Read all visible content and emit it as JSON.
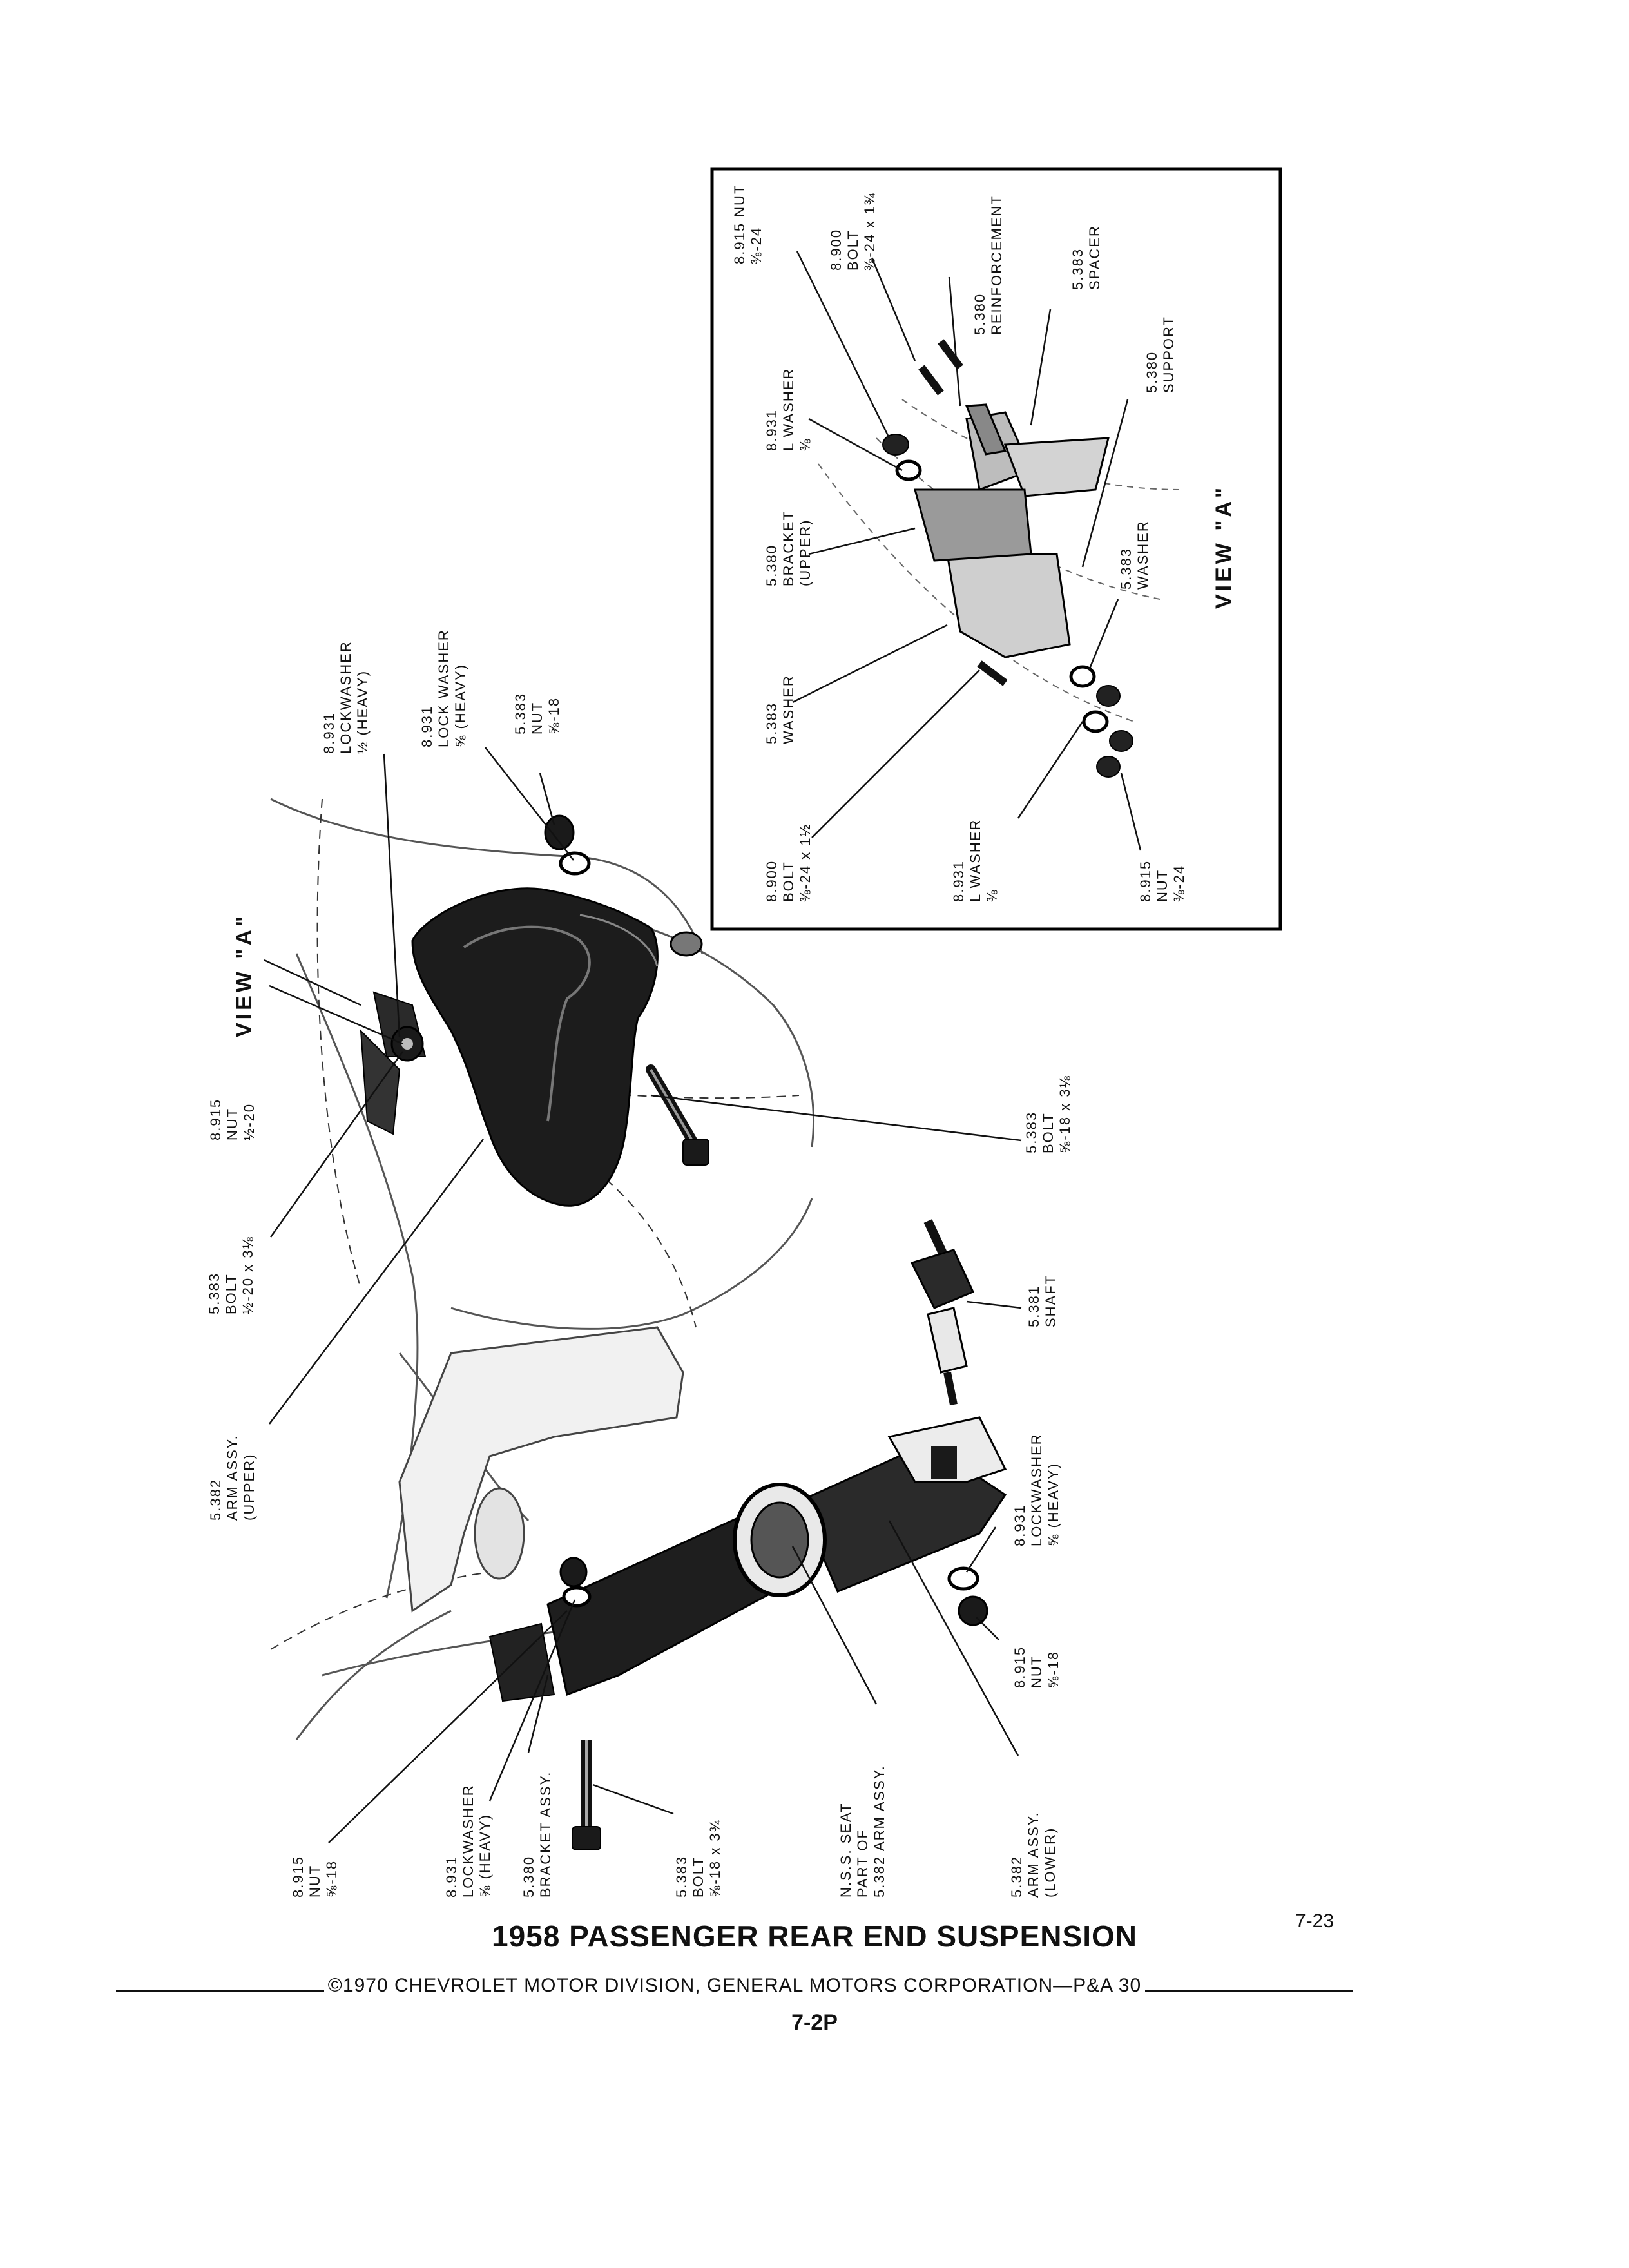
{
  "title": "1958 PASSENGER REAR END SUSPENSION",
  "copyright": "©1970 CHEVROLET MOTOR DIVISION, GENERAL MOTORS CORPORATION—P&A 30",
  "page_code": "7-2P",
  "page_number": "7-23",
  "views": {
    "main_view_label": "VIEW \"A\"",
    "inset_view_label": "VIEW \"A\""
  },
  "callouts": {
    "arm_upper": [
      "5.382",
      "ARM ASSY.",
      "(UPPER)"
    ],
    "bolt_half": [
      "5.383",
      "BOLT",
      "½-20 x 3⅛"
    ],
    "nut_half": [
      "8.915",
      "NUT",
      "½-20"
    ],
    "lockwasher_half": [
      "8.931",
      "LOCKWASHER",
      "½ (HEAVY)"
    ],
    "lockwasher_58_top": [
      "8.931",
      "LOCK WASHER",
      "⅝ (HEAVY)"
    ],
    "nut_58_top": [
      "5.383",
      "NUT",
      "⅝-18"
    ],
    "bolt_long": [
      "5.383",
      "BOLT",
      "⅝-18 x 3⅛"
    ],
    "shaft": [
      "5.381",
      "SHAFT"
    ],
    "lockwasher_58_right": [
      "8.931",
      "LOCKWASHER",
      "⅝ (HEAVY)"
    ],
    "nut_58_right": [
      "8.915",
      "NUT",
      "⅝-18"
    ],
    "nut_58_bottom": [
      "8.915",
      "NUT",
      "⅝-18"
    ],
    "lockwasher_58_bottom": [
      "8.931",
      "LOCKWASHER",
      "⅝ (HEAVY)"
    ],
    "bracket_assy": [
      "5.380",
      "BRACKET ASSY."
    ],
    "bolt_bottom": [
      "5.383",
      "BOLT",
      "⅝-18 x 3¾"
    ],
    "seat": [
      "N.S.S. SEAT",
      "PART OF",
      "5.382  ARM ASSY."
    ],
    "arm_lower": [
      "5.382",
      "ARM ASSY.",
      "(LOWER)"
    ]
  },
  "inset_callouts": {
    "nut_top": [
      "8.915 NUT",
      "⅜-24"
    ],
    "bolt_top": [
      "8.900",
      "BOLT",
      "⅜-24 x 1¾"
    ],
    "reinforcement": [
      "5.380",
      "REINFORCEMENT"
    ],
    "spacer": [
      "5.383",
      "SPACER"
    ],
    "l_washer_top": [
      "8.931",
      "L WASHER",
      "⅜"
    ],
    "support": [
      "5.380",
      "SUPPORT"
    ],
    "bracket_upper": [
      "5.380",
      "BRACKET",
      "(UPPER)"
    ],
    "washer_right": [
      "5.383",
      "WASHER"
    ],
    "washer_left": [
      "5.383",
      "WASHER"
    ],
    "bolt_bottom": [
      "8.900",
      "BOLT",
      "⅜-24 x 1½"
    ],
    "l_washer_bottom": [
      "8.931",
      "L WASHER",
      "⅜"
    ],
    "nut_bottom": [
      "8.915",
      "NUT",
      "⅜-24"
    ]
  }
}
